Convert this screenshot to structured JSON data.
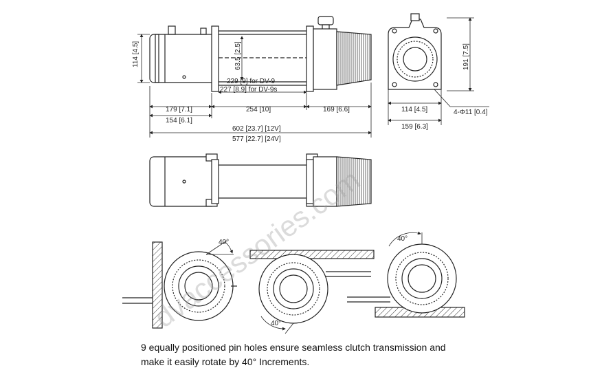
{
  "top_view": {
    "height_left": "114 [4.5]",
    "height_right": "191 [7.5]",
    "drum_height": "63.5 [2.5]",
    "rope_dv9": "229 [9] for DV-9",
    "rope_dv9s": "227 [8.9] for DV-9s",
    "motor_len": "179 [7.1]",
    "drum_len": "254 [10]",
    "gear_len": "169 [6.6]",
    "motor_len2": "154 [6.1]",
    "total_12v": "602 [23.7] [12V]",
    "total_24v": "577 [22.7] [24V]",
    "end_width": "114 [4.5]",
    "end_width2": "159 [6.3]",
    "holes": "4-Φ11 [0.4]"
  },
  "rotation_views": {
    "angle_1": "40°",
    "angle_2": "40°",
    "angle_3": "40°"
  },
  "caption": {
    "line1": "9 equally positioned pin holes ensure seamless clutch transmission and",
    "line2": "make it easily rotate by 40° Increments."
  },
  "watermark": "dvaccessories.com"
}
